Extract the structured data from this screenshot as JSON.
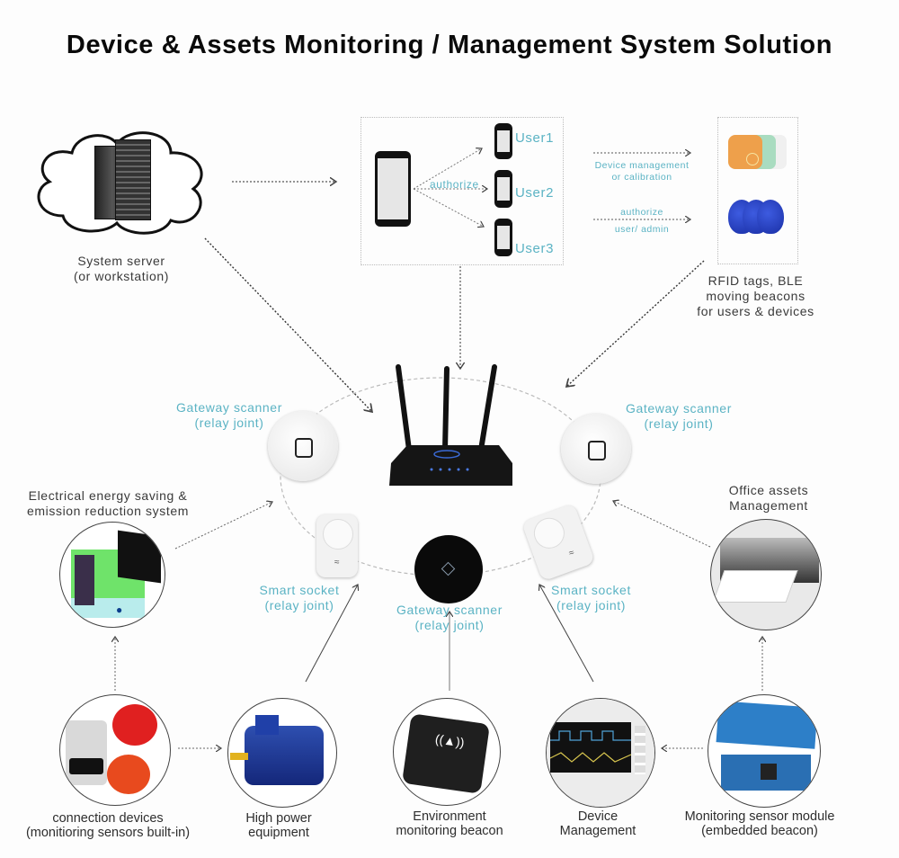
{
  "title": "Device & Assets Monitoring / Management System Solution",
  "colors": {
    "accent_teal": "#5bb3c4",
    "text_dark": "#333333",
    "dotted_line": "#555555"
  },
  "server": {
    "label_line1": "System server",
    "label_line2": "(or workstation)",
    "icon": "server-rack-in-cloud-icon"
  },
  "authorization_panel": {
    "users": [
      "User1",
      "User2",
      "User3"
    ],
    "arrow_label": "authorize",
    "icon": "smartphone-icon"
  },
  "tag_panel": {
    "arrow1_line1": "Device management",
    "arrow1_line2": "or calibration",
    "arrow2_line1": "authorize",
    "arrow2_line2": "user/ admin",
    "label_line1": "RFID tags, BLE",
    "label_line2": "moving beacons",
    "label_line3": "for users & devices",
    "icons": [
      "ble-tag-icon",
      "rfid-keyfob-icon"
    ]
  },
  "hub": {
    "router_icon": "wifi-router-icon",
    "gateway_left": {
      "line1": "Gateway scanner",
      "line2": "(relay joint)"
    },
    "gateway_right": {
      "line1": "Gateway scanner",
      "line2": "(relay joint)"
    },
    "gateway_bottom": {
      "line1": "Gateway scanner",
      "line2": "(relay joint)"
    },
    "socket_left": {
      "line1": "Smart socket",
      "line2": "(relay joint)"
    },
    "socket_right": {
      "line1": "Smart socket",
      "line2": "(relay joint)"
    }
  },
  "side_nodes": {
    "energy": {
      "line1": "Electrical energy saving &",
      "line2": "emission reduction system"
    },
    "office": {
      "line1": "Office assets",
      "line2": "Management"
    }
  },
  "bottom_nodes": [
    {
      "line1": "connection devices",
      "line2": "(monitioring sensors built-in)",
      "icon": "industrial-plug-icon"
    },
    {
      "line1": "High power",
      "line2": "equipment",
      "icon": "electric-motor-icon"
    },
    {
      "line1": "Environment",
      "line2": "monitoring beacon",
      "icon": "beacon-box-icon"
    },
    {
      "line1": "Device",
      "line2": "Management",
      "icon": "oscilloscope-icon"
    },
    {
      "line1": "Monitoring sensor module",
      "line2": "(embedded beacon)",
      "icon": "circuit-board-icon"
    }
  ]
}
